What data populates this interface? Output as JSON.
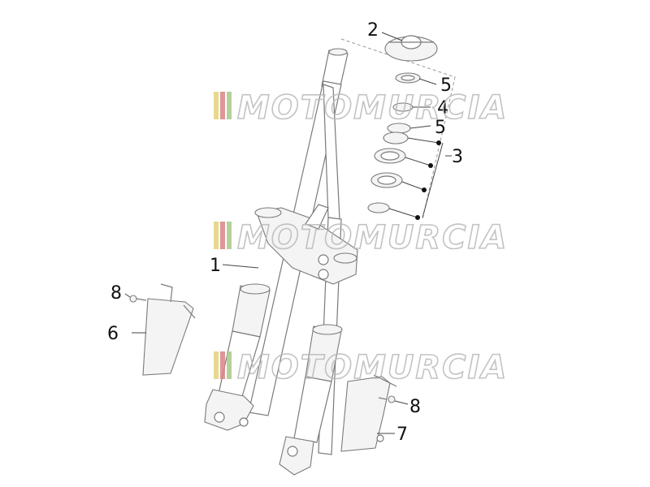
{
  "watermark": {
    "text": "MOTOMURCIA",
    "colors": [
      "#e3d27a",
      "#d98484",
      "#a8c98a",
      "#b8b8b8"
    ]
  },
  "callouts": [
    {
      "id": "c1",
      "label": "1"
    },
    {
      "id": "c2",
      "label": "2"
    },
    {
      "id": "c3",
      "label": "3"
    },
    {
      "id": "c4",
      "label": "4"
    },
    {
      "id": "c5a",
      "label": "5"
    },
    {
      "id": "c5b",
      "label": "5"
    },
    {
      "id": "c6",
      "label": "6"
    },
    {
      "id": "c7",
      "label": "7"
    },
    {
      "id": "c8a",
      "label": "8"
    },
    {
      "id": "c8b",
      "label": "8"
    }
  ]
}
